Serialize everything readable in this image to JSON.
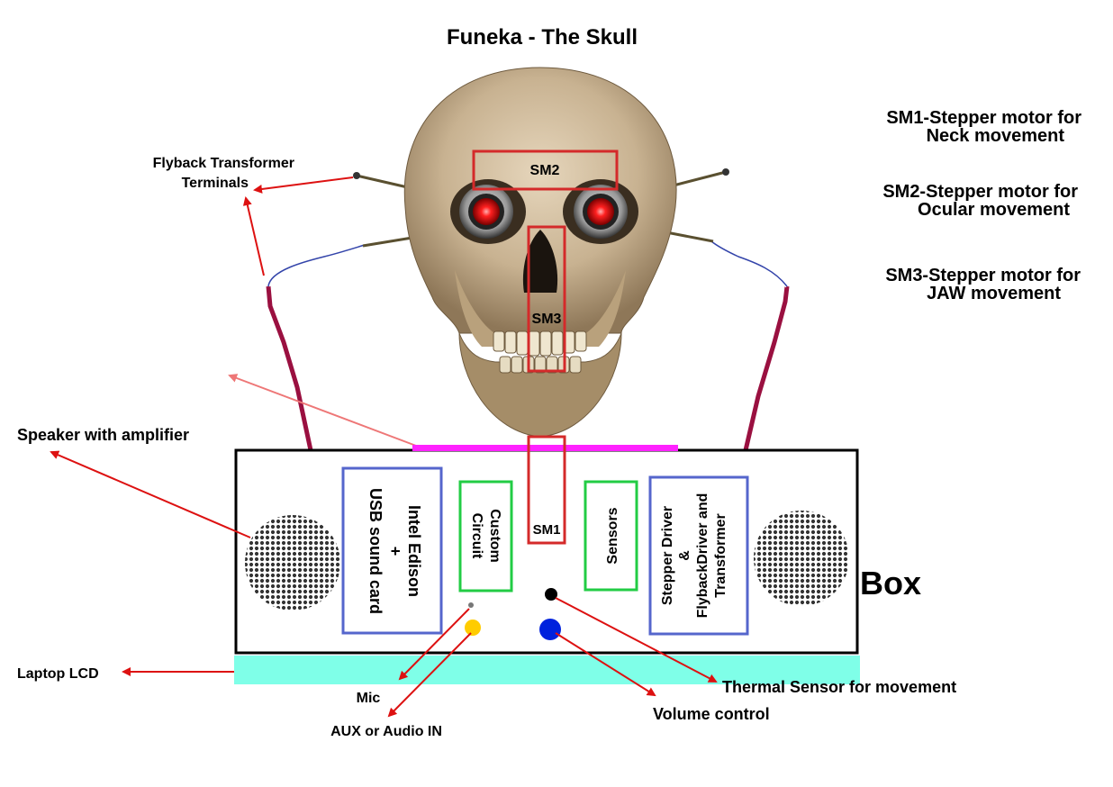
{
  "title": "Funeka - The Skull",
  "legend": {
    "sm1_line1": "SM1-Stepper motor for",
    "sm1_line2": "Neck movement",
    "sm2_line1": "SM2-Stepper motor for",
    "sm2_line2": "Ocular movement",
    "sm3_line1": "SM3-Stepper motor for",
    "sm3_line2": "JAW movement"
  },
  "motors": {
    "sm1": "SM1",
    "sm2": "SM2",
    "sm3": "SM3"
  },
  "callouts": {
    "flyback_line1": "Flyback Transformer",
    "flyback_line2": "Terminals",
    "speaker": "Speaker with amplifier",
    "laptop_lcd": "Laptop LCD",
    "mic": "Mic",
    "aux": "AUX or Audio IN",
    "volume": "Volume control",
    "thermal": "Thermal Sensor for movement"
  },
  "box": {
    "label": "Box",
    "edison_line1": "Intel Edison",
    "edison_line2": "+",
    "edison_line3": "USB sound card",
    "custom_line1": "Custom",
    "custom_line2": "Circuit",
    "sensors": "Sensors",
    "driver_line1": "Stepper Driver",
    "driver_line2": "&",
    "driver_line3": "FlybackDriver and",
    "driver_line4": "Transformer"
  },
  "colors": {
    "arrow": "#dd1111",
    "arrow_faded": "#ee7777",
    "sm_box": "#d42a2a",
    "edison_box": "#5566cc",
    "green_box": "#22cc44",
    "lcd_bar": "#7fffe8",
    "magenta_bar": "#ff22ff",
    "aux_dot": "#ffcc00",
    "volume_dot": "#0022dd",
    "wire": "#9a1040"
  }
}
